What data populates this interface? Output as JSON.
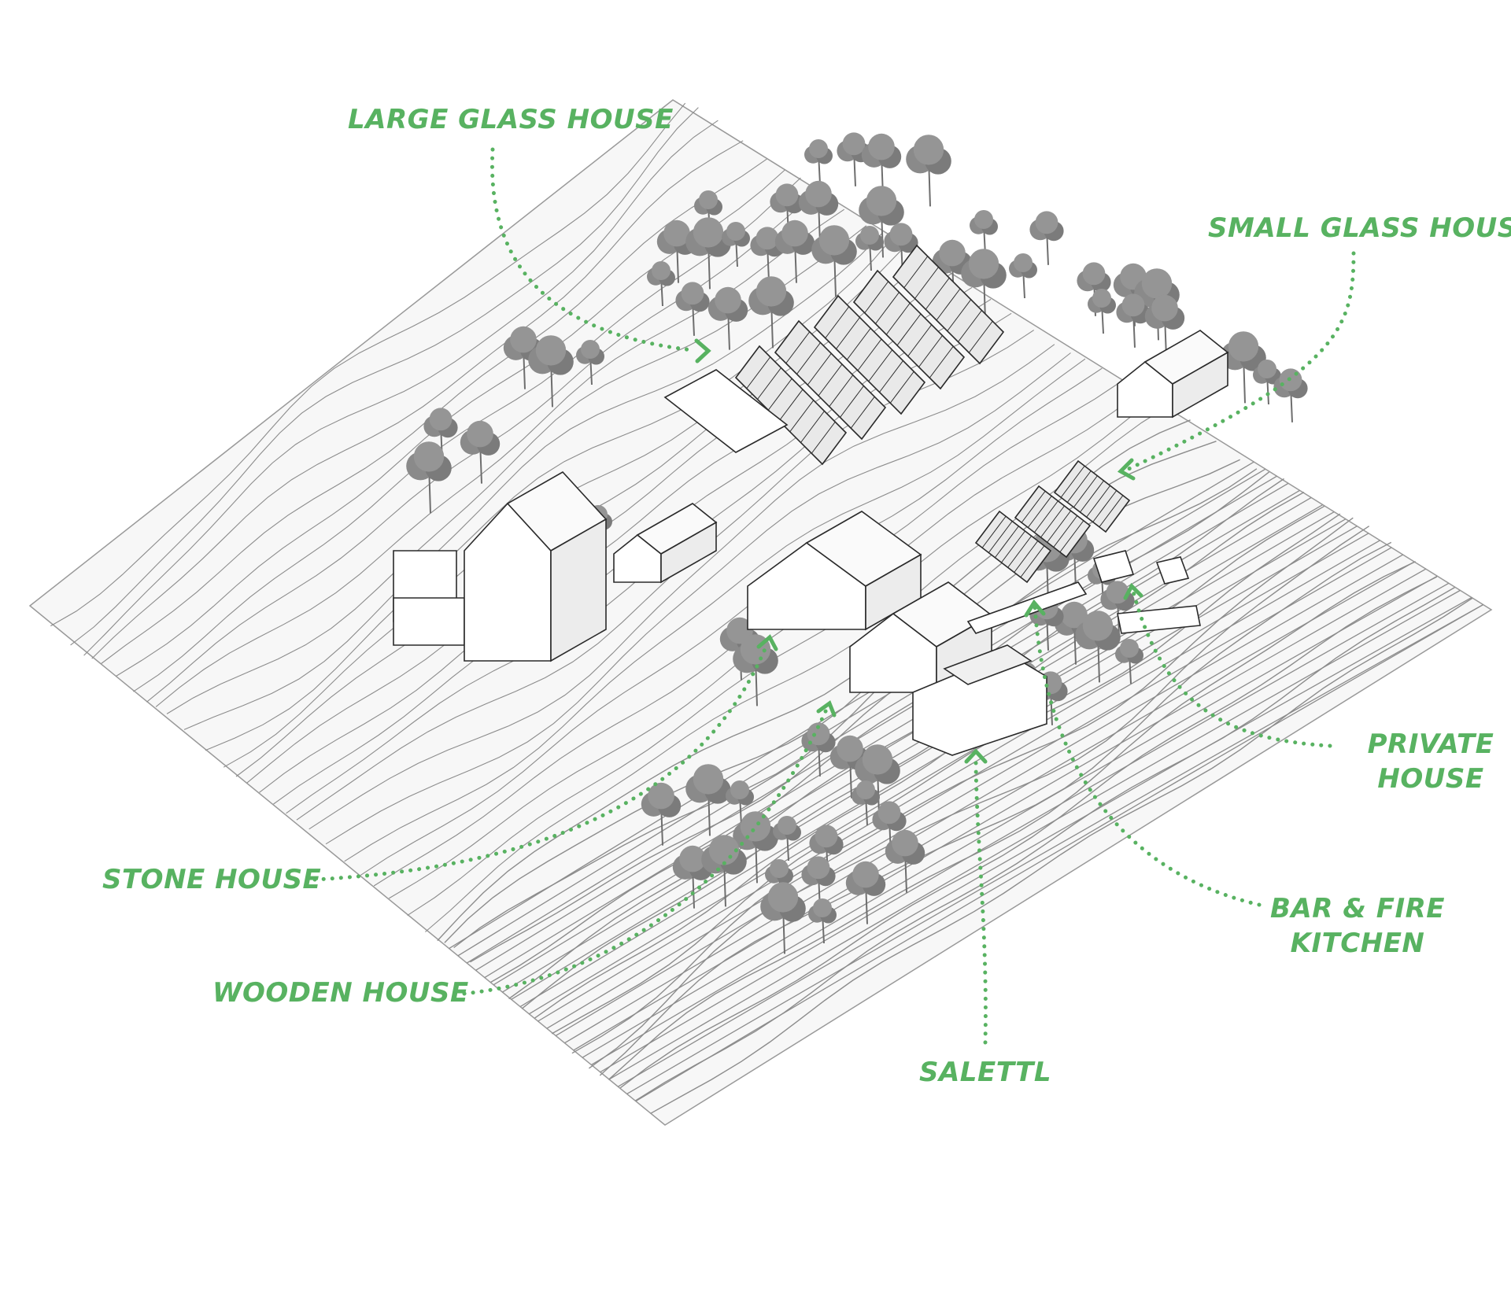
{
  "accent_color": "#58B261",
  "line_color": "#777777",
  "tree_color": "#8a8a8a",
  "labels": {
    "large_glass_house": "LARGE GLASS HOUSE",
    "small_glass_house": "SMALL GLASS HOUSE",
    "private_house": [
      "PRIVATE",
      "HOUSE"
    ],
    "bar_fire_kitchen": [
      "BAR & FIRE",
      "KITCHEN"
    ],
    "salettl": "SALETTL",
    "wooden_house": "WOODEN HOUSE",
    "stone_house": "STONE HOUSE"
  }
}
